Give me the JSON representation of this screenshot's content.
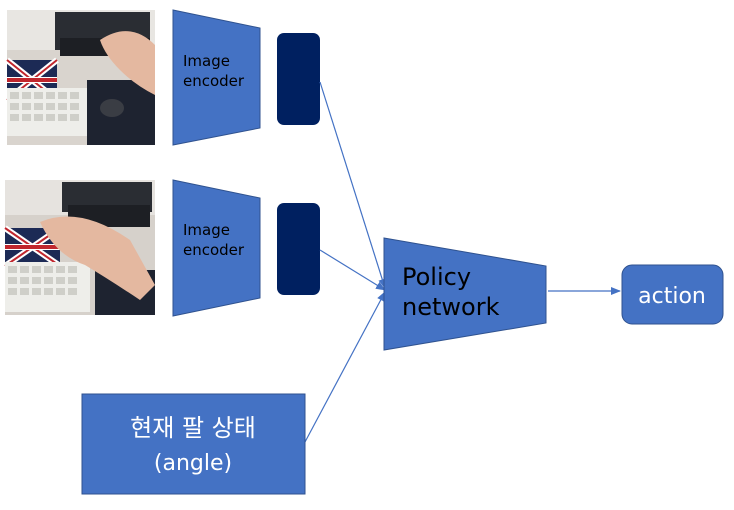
{
  "encoders": [
    {
      "line1": "Image",
      "line2": "encoder"
    },
    {
      "line1": "Image",
      "line2": "encoder"
    }
  ],
  "policy": {
    "line1": "Policy",
    "line2": "network"
  },
  "action": {
    "label": "action"
  },
  "state": {
    "line1": "현재 팔 상태",
    "line2": "(angle)"
  },
  "colors": {
    "block_fill": "#4472c4",
    "block_stroke": "#2f528f",
    "embedding_fill": "#002060",
    "arrow": "#4472c4"
  }
}
